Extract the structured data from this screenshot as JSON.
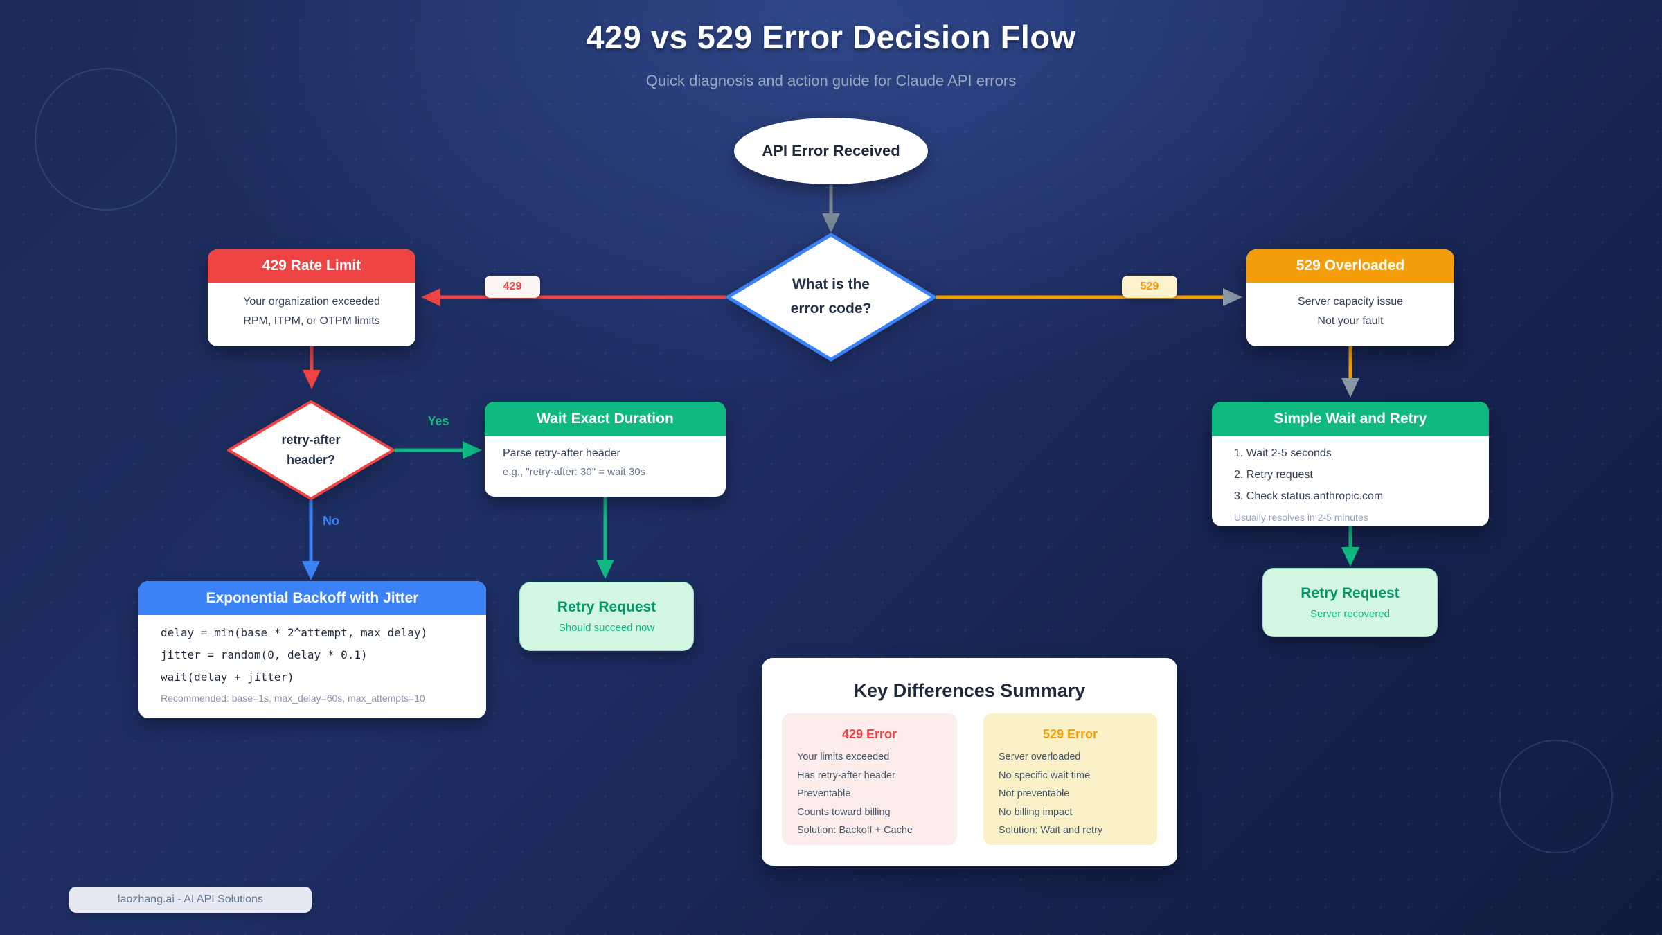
{
  "page": {
    "title": "429 vs 529 Error Decision Flow",
    "subtitle": "Quick diagnosis and action guide for Claude API errors",
    "footer_badge": "laozhang.ai - AI API Solutions"
  },
  "flow": {
    "start": {
      "label": "API Error Received"
    },
    "decision_main": {
      "line1": "What is the",
      "line2": "error code?"
    },
    "edge_labels": {
      "code_429": "429",
      "code_529": "529",
      "yes": "Yes",
      "no": "No"
    },
    "box_429": {
      "title": "429 Rate Limit",
      "line1": "Your organization exceeded",
      "line2": "RPM, ITPM, or OTPM limits"
    },
    "box_529": {
      "title": "529 Overloaded",
      "line1": "Server capacity issue",
      "line2": "Not your fault"
    },
    "decision_retry_after": {
      "line1": "retry-after",
      "line2": "header?"
    },
    "wait_exact": {
      "title": "Wait Exact Duration",
      "line1": "Parse retry-after header",
      "line2": "e.g., \"retry-after: 30\" = wait 30s"
    },
    "backoff": {
      "title": "Exponential Backoff with Jitter",
      "code": [
        "delay = min(base * 2^attempt, max_delay)",
        "jitter = random(0, delay * 0.1)",
        "wait(delay + jitter)"
      ],
      "note": "Recommended: base=1s, max_delay=60s, max_attempts=10"
    },
    "retry_left": {
      "title": "Retry Request",
      "subtitle": "Should succeed now"
    },
    "simple_wait": {
      "title": "Simple Wait and Retry",
      "steps": [
        "1. Wait 2-5 seconds",
        "2. Retry request",
        "3. Check status.anthropic.com"
      ],
      "note": "Usually resolves in 2-5 minutes"
    },
    "retry_right": {
      "title": "Retry Request",
      "subtitle": "Server recovered"
    }
  },
  "summary": {
    "title": "Key Differences Summary",
    "col_429": {
      "title": "429 Error",
      "items": [
        "Your limits exceeded",
        "Has retry-after header",
        "Preventable",
        "Counts toward billing",
        "Solution: Backoff + Cache"
      ]
    },
    "col_529": {
      "title": "529 Error",
      "items": [
        "Server overloaded",
        "No specific wait time",
        "Not preventable",
        "No billing impact",
        "Solution: Wait and retry"
      ]
    }
  },
  "colors": {
    "red": "#ef4444",
    "orange": "#f59e0b",
    "green": "#10b981",
    "blue": "#3b82f6",
    "gray_arrow": "#7b8794",
    "mint": "#d3f7e3",
    "background_navy": "#1b2a58"
  }
}
